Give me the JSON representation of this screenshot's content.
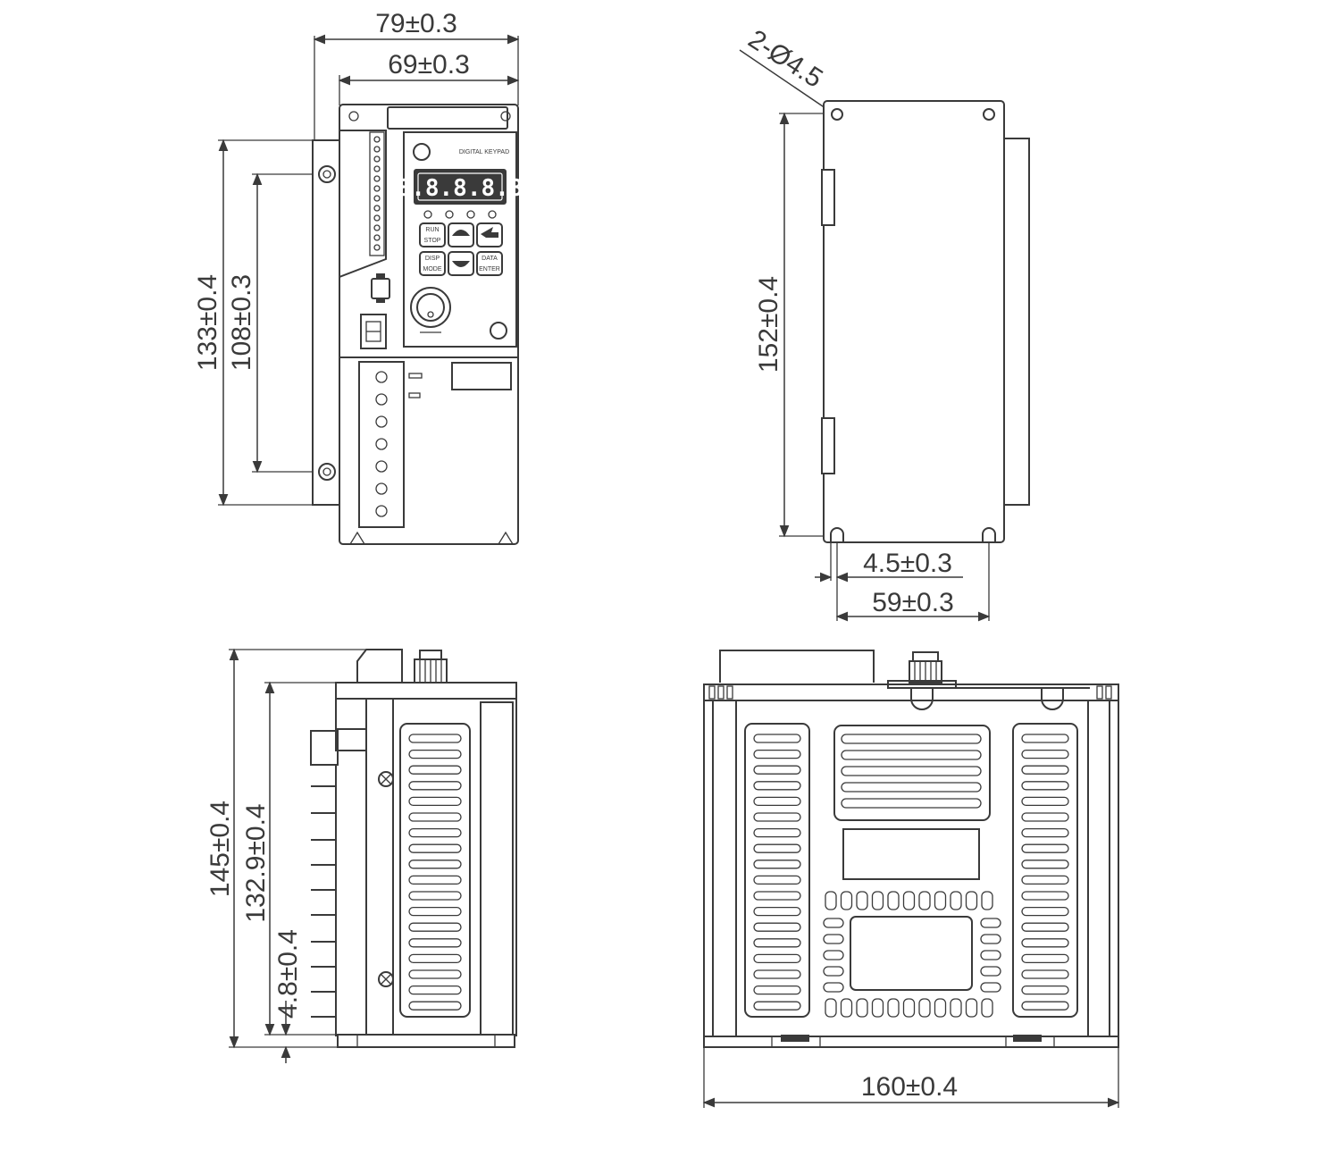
{
  "front_view": {
    "overall_width": "79±0.3",
    "mounting_width": "69±0.3",
    "overall_height": "133±0.4",
    "mounting_height": "108±0.3",
    "keypad_label": "DIGITAL KEYPAD",
    "display_readout": "8.8.8.8.8",
    "key_run": "RUN",
    "key_stop": "STOP",
    "key_disp": "DISP",
    "key_mode": "MODE",
    "key_data": "DATA",
    "key_enter": "ENTER"
  },
  "side_view": {
    "mount_hole": "2-Ø4.5",
    "height": "152±0.4",
    "hole_offset": "4.5±0.3",
    "hole_spacing": "59±0.3"
  },
  "left_view": {
    "overall_height": "145±0.4",
    "body_height": "132.9±0.4",
    "base_offset": "4.8±0.4"
  },
  "bottom_view": {
    "overall_depth": "160±0.4"
  }
}
